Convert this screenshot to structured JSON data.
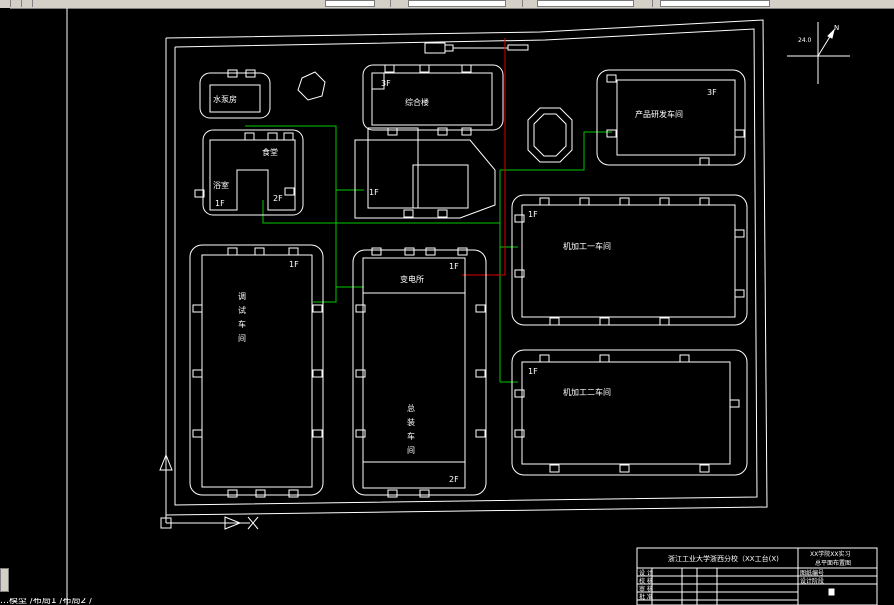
{
  "app": {
    "status_text": "…模型 /布局1 /布局2 /",
    "toolbar_icons": [
      "save-icon",
      "undo-icon",
      "redo-icon",
      "pan-icon",
      "layer-icon",
      "properties-icon"
    ]
  },
  "colors": {
    "background": "#000000",
    "outline": "#ffffff",
    "water_pipe": "#00c800",
    "power_line": "#e00000"
  },
  "compass": {
    "north_label": "N",
    "angle_label": "24.0"
  },
  "buildings": {
    "pump_house": {
      "label": "水泵房"
    },
    "office": {
      "label": "综合楼",
      "floors": "3F"
    },
    "rnd": {
      "label": "产品研发车间",
      "floors": "3F"
    },
    "canteen": {
      "label": "食堂",
      "floors": "2F"
    },
    "bathhouse": {
      "label": "浴室",
      "floors": "1F"
    },
    "machining1": {
      "label": "机加工一车间",
      "floors": "1F"
    },
    "machining2": {
      "label": "机加工二车间",
      "floors": "1F"
    },
    "debug": {
      "label": "调试车间",
      "floors": "1F"
    },
    "substation": {
      "label": "变电所",
      "floors": "1F"
    },
    "assembly": {
      "label": "总装车间",
      "floors": "2F"
    },
    "center_block": {
      "floors": "1F"
    }
  },
  "title_block": {
    "project_title": "浙江工业大学浙西分校（XX工台(X)",
    "right_title_line1": "XX学院XX实习",
    "right_title_line2": "总平面布置图",
    "rows": [
      "设 计",
      "校 核",
      "审 核",
      "批 准"
    ],
    "right_rows": [
      "图纸编号",
      "设计阶段"
    ]
  }
}
